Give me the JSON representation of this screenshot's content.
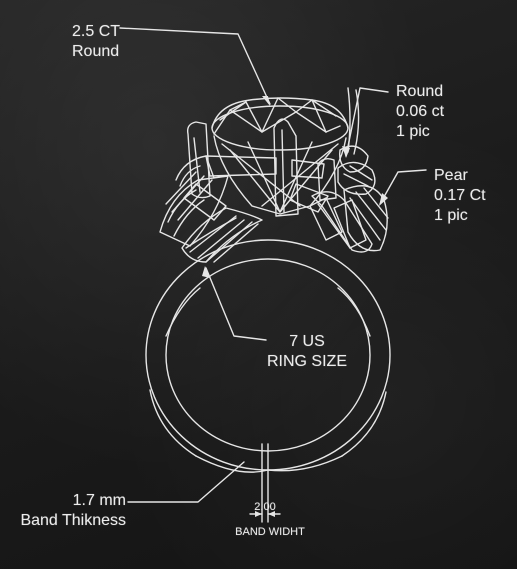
{
  "labels": {
    "center_stone": "2.5 CT\nRound",
    "side_round": "Round\n0.06 ct\n1 pic",
    "side_pear": "Pear\n0.17 Ct\n1 pic",
    "ring_size": "7 US\nRING SIZE",
    "band_thickness": "1.7 mm\nBand Thikness",
    "band_width_value": "2.00",
    "band_width_label": "BAND WIDHT"
  },
  "colors": {
    "line": "#e6e6e6",
    "background": "#1c1c1c"
  }
}
